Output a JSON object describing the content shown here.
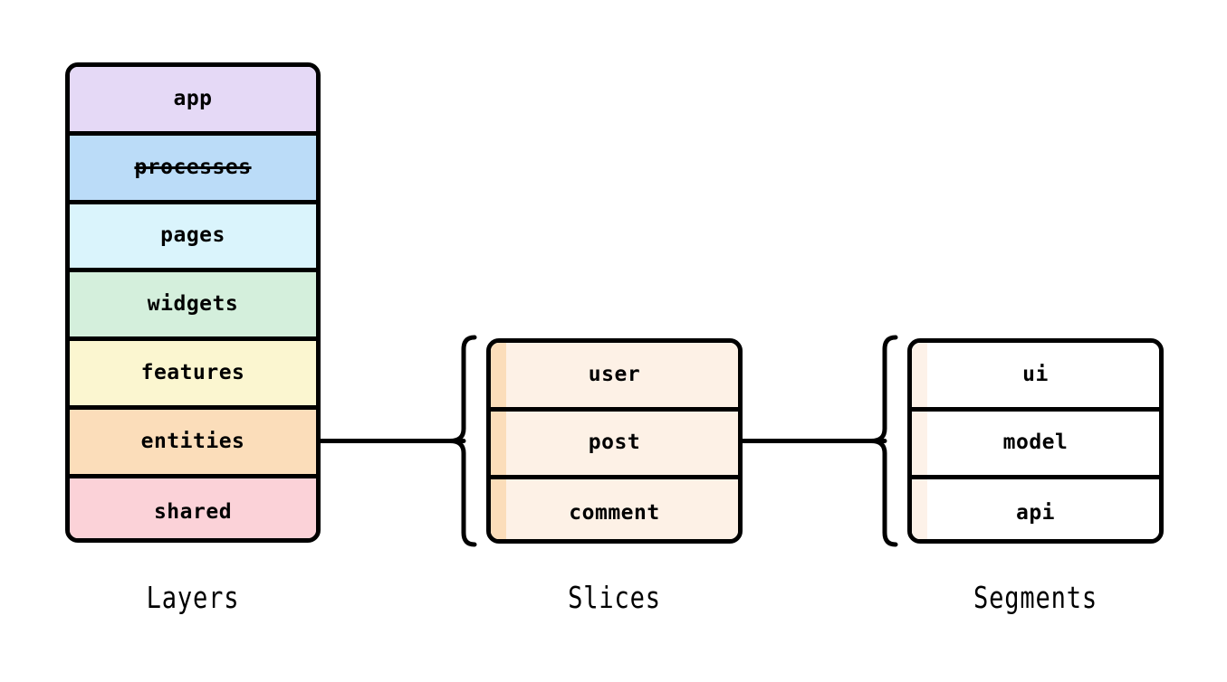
{
  "diagram": {
    "background_color": "#ffffff",
    "border_color": "#000000",
    "groups": [
      {
        "id": "layers",
        "caption": "Layers",
        "rows": [
          {
            "label": "app",
            "fill": "#E5D9F6",
            "struck": false,
            "stripe": null
          },
          {
            "label": "processes",
            "fill": "#BBDCF8",
            "struck": true,
            "stripe": null
          },
          {
            "label": "pages",
            "fill": "#DAF4FC",
            "struck": false,
            "stripe": null
          },
          {
            "label": "widgets",
            "fill": "#D4EFDC",
            "struck": false,
            "stripe": null
          },
          {
            "label": "features",
            "fill": "#FBF6D0",
            "struck": false,
            "stripe": null
          },
          {
            "label": "entities",
            "fill": "#FBDDBA",
            "struck": false,
            "stripe": null
          },
          {
            "label": "shared",
            "fill": "#FBD2D8",
            "struck": false,
            "stripe": null
          }
        ]
      },
      {
        "id": "slices",
        "caption": "Slices",
        "rows": [
          {
            "label": "user",
            "fill": "#FDF1E6",
            "struck": false,
            "stripe": "#FBDDBA"
          },
          {
            "label": "post",
            "fill": "#FDF1E6",
            "struck": false,
            "stripe": "#FBDDBA"
          },
          {
            "label": "comment",
            "fill": "#FDF1E6",
            "struck": false,
            "stripe": "#FBDDBA"
          }
        ]
      },
      {
        "id": "segments",
        "caption": "Segments",
        "rows": [
          {
            "label": "ui",
            "fill": "#FFFFFF",
            "struck": false,
            "stripe": "#FDF2E9"
          },
          {
            "label": "model",
            "fill": "#FFFFFF",
            "struck": false,
            "stripe": "#FDF2E9"
          },
          {
            "label": "api",
            "fill": "#FFFFFF",
            "struck": false,
            "stripe": "#FDF2E9"
          }
        ]
      }
    ],
    "connectors": [
      {
        "id": "layers-to-slices",
        "from": "entities",
        "to": "slices-bracket"
      },
      {
        "id": "slices-to-segments",
        "from": "post",
        "to": "segments-bracket"
      }
    ],
    "brackets": [
      {
        "id": "slices-bracket",
        "orientation": "left-curly"
      },
      {
        "id": "segments-bracket",
        "orientation": "left-curly"
      }
    ]
  }
}
